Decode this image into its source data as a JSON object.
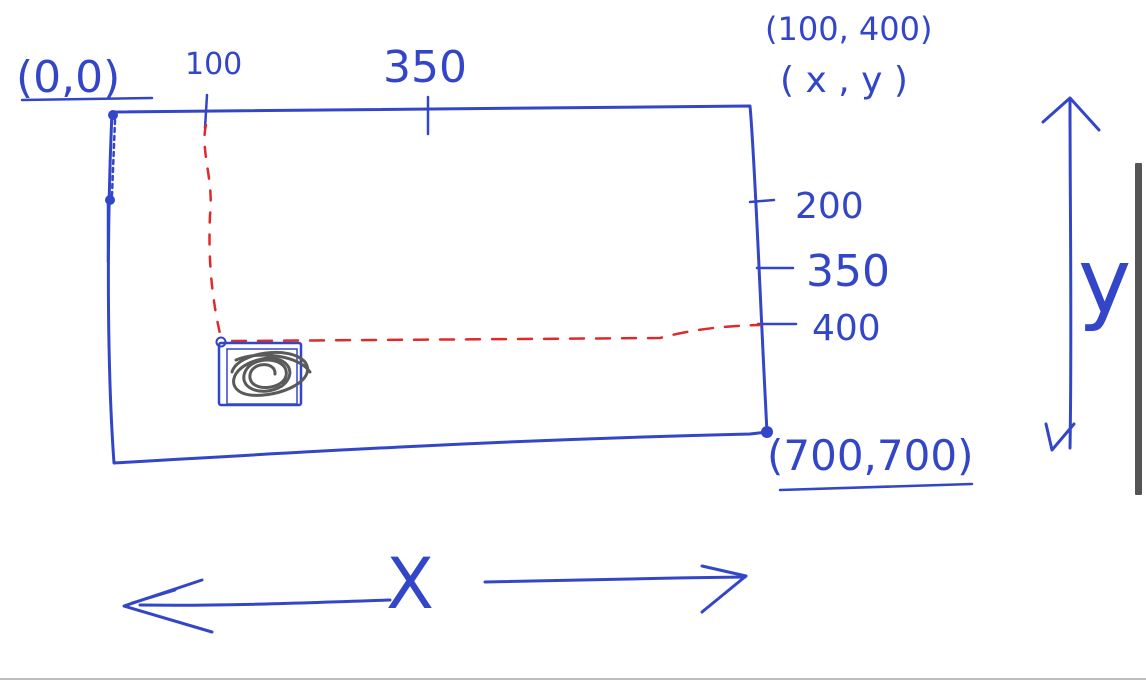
{
  "labels": {
    "origin": "(0,0)",
    "top_tick_1": "100",
    "top_tick_2": "350",
    "point_example": "(100, 400)",
    "point_format": "( x , y )",
    "right_tick_1": "200",
    "right_tick_2": "350",
    "right_tick_3": "400",
    "corner": "(700,700)",
    "y_axis": "y",
    "x_axis": "X"
  },
  "colors": {
    "ink": "#3346c8",
    "guide": "#e02a2a",
    "scribble": "#5a5a5a"
  }
}
